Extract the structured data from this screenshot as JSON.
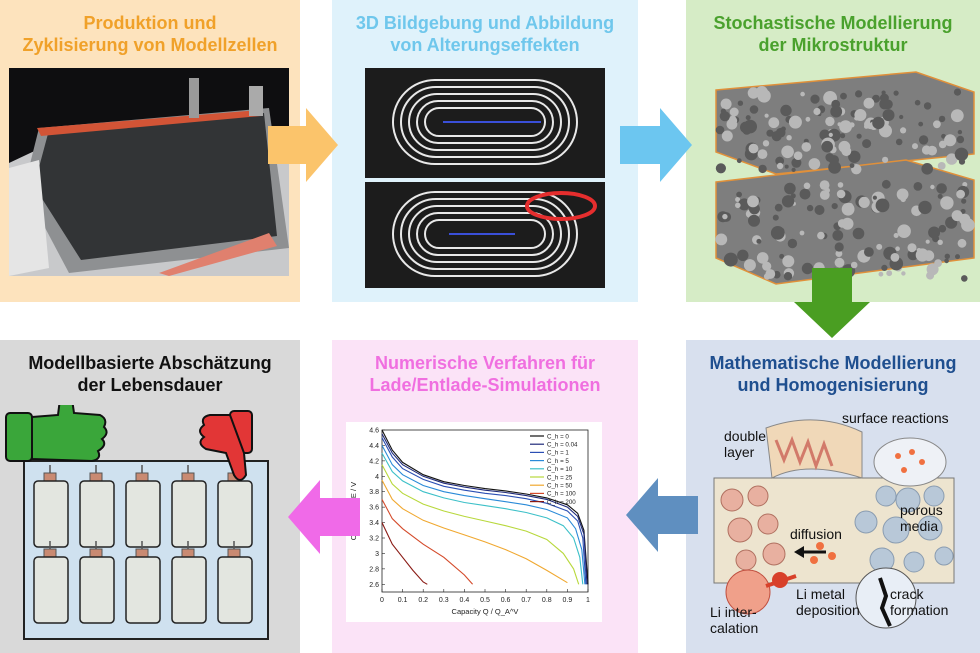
{
  "panels": {
    "p1": {
      "title_line1": "Produktion und",
      "title_line2": "Zyklisierung von Modellzellen",
      "bg": "#fde3bd",
      "title_color": "#f0a12a"
    },
    "p2": {
      "title_line1": "3D Bildgebung und Abbildung",
      "title_line2": "von Alterungseffekten",
      "bg": "#dff2fb",
      "title_color": "#6fc7ec"
    },
    "p3": {
      "title_line1": "Stochastische Modellierung",
      "title_line2": "der Mikrostruktur",
      "bg": "#d6ecc6",
      "title_color": "#4aa12d"
    },
    "p4": {
      "title_line1": "Modellbasierte Abschätzung",
      "title_line2": "der Lebensdauer",
      "bg": "#d9d9d9",
      "title_color": "#111111"
    },
    "p5": {
      "title_line1": "Numerische Verfahren für",
      "title_line2": "Lade/Entlade-Simulationen",
      "bg": "#fbe3f7",
      "title_color": "#f06fe0"
    },
    "p6": {
      "title_line1": "Mathematische Modellierung",
      "title_line2": "und Homogenisierung",
      "bg": "#d8e0ee",
      "title_color": "#1f4f8f"
    }
  },
  "p6_labels": {
    "surface": "surface reactions",
    "double1": "double",
    "double2": "layer",
    "porous1": "porous",
    "porous2": "media",
    "diffusion": "diffusion",
    "li1": "Li inter-",
    "li2": "calation",
    "metal1": "Li metal",
    "metal2": "deposition",
    "crack1": "crack",
    "crack2": "formation"
  },
  "colors": {
    "arrow_orange": "#fbc46b",
    "arrow_blue": "#6cc6f0",
    "arrow_green": "#4a9e22",
    "arrow_steel": "#5f8fc0",
    "arrow_magenta": "#f06ae8"
  },
  "chart_data": {
    "type": "line",
    "xlabel": "Capacity Q / Q_A^V",
    "ylabel": "Cell Voltage E / V",
    "xlim": [
      0,
      1
    ],
    "ylim": [
      2.5,
      4.6
    ],
    "xticks": [
      "0",
      "0.1",
      "0.2",
      "0.3",
      "0.4",
      "0.5",
      "0.6",
      "0.7",
      "0.8",
      "0.9",
      "1"
    ],
    "yticks": [
      "2.6",
      "2.8",
      "3",
      "3.2",
      "3.4",
      "3.6",
      "3.8",
      "4",
      "4.2",
      "4.4",
      "4.6"
    ],
    "legend_position": "top-right",
    "series": [
      {
        "name": "C_h = 0",
        "color": "#111111",
        "x": [
          0,
          0.05,
          0.1,
          0.2,
          0.3,
          0.4,
          0.5,
          0.6,
          0.7,
          0.8,
          0.9,
          0.95,
          0.98,
          1.0
        ],
        "y": [
          4.6,
          4.34,
          4.18,
          4.02,
          3.93,
          3.88,
          3.84,
          3.81,
          3.77,
          3.72,
          3.63,
          3.52,
          3.3,
          2.6
        ]
      },
      {
        "name": "C_h = 0.04",
        "color": "#1f2a7a",
        "x": [
          0,
          0.05,
          0.1,
          0.2,
          0.3,
          0.4,
          0.5,
          0.6,
          0.7,
          0.8,
          0.9,
          0.95,
          0.98,
          0.995
        ],
        "y": [
          4.55,
          4.3,
          4.15,
          4.0,
          3.91,
          3.86,
          3.82,
          3.79,
          3.75,
          3.7,
          3.6,
          3.48,
          3.25,
          2.6
        ]
      },
      {
        "name": "C_h = 1",
        "color": "#2b4fb4",
        "x": [
          0,
          0.05,
          0.1,
          0.2,
          0.3,
          0.4,
          0.5,
          0.6,
          0.7,
          0.8,
          0.9,
          0.95,
          0.975,
          0.99
        ],
        "y": [
          4.5,
          4.25,
          4.1,
          3.96,
          3.87,
          3.82,
          3.78,
          3.75,
          3.71,
          3.65,
          3.55,
          3.42,
          3.2,
          2.6
        ]
      },
      {
        "name": "C_h = 5",
        "color": "#2a8ad8",
        "x": [
          0,
          0.05,
          0.1,
          0.2,
          0.3,
          0.4,
          0.5,
          0.6,
          0.7,
          0.8,
          0.9,
          0.94,
          0.97,
          0.985
        ],
        "y": [
          4.4,
          4.15,
          4.02,
          3.88,
          3.8,
          3.75,
          3.71,
          3.67,
          3.63,
          3.57,
          3.46,
          3.32,
          3.05,
          2.6
        ]
      },
      {
        "name": "C_h = 10",
        "color": "#3cc0c8",
        "x": [
          0,
          0.05,
          0.1,
          0.2,
          0.3,
          0.4,
          0.5,
          0.6,
          0.7,
          0.8,
          0.88,
          0.93,
          0.96,
          0.975
        ],
        "y": [
          4.3,
          4.06,
          3.94,
          3.8,
          3.72,
          3.66,
          3.62,
          3.58,
          3.53,
          3.46,
          3.36,
          3.2,
          2.95,
          2.6
        ]
      },
      {
        "name": "C_h = 25",
        "color": "#b8d83c",
        "x": [
          0,
          0.05,
          0.1,
          0.2,
          0.3,
          0.4,
          0.5,
          0.6,
          0.7,
          0.8,
          0.88,
          0.93,
          0.955
        ],
        "y": [
          4.15,
          3.9,
          3.78,
          3.64,
          3.55,
          3.48,
          3.42,
          3.36,
          3.29,
          3.18,
          3.0,
          2.8,
          2.6
        ]
      },
      {
        "name": "C_h = 50",
        "color": "#f0a830",
        "x": [
          0,
          0.05,
          0.1,
          0.2,
          0.3,
          0.4,
          0.5,
          0.6,
          0.7,
          0.8,
          0.9
        ],
        "y": [
          3.95,
          3.7,
          3.58,
          3.43,
          3.33,
          3.24,
          3.15,
          3.05,
          2.93,
          2.78,
          2.62
        ]
      },
      {
        "name": "C_h = 100",
        "color": "#d44a2a",
        "x": [
          0,
          0.05,
          0.1,
          0.2,
          0.3,
          0.4,
          0.44
        ],
        "y": [
          3.7,
          3.45,
          3.32,
          3.12,
          2.95,
          2.72,
          2.6
        ]
      },
      {
        "name": "C_h = 200",
        "color": "#8a1a14",
        "x": [
          0,
          0.05,
          0.1,
          0.15,
          0.2,
          0.22
        ],
        "y": [
          3.4,
          3.12,
          2.95,
          2.78,
          2.63,
          2.6
        ]
      }
    ]
  }
}
